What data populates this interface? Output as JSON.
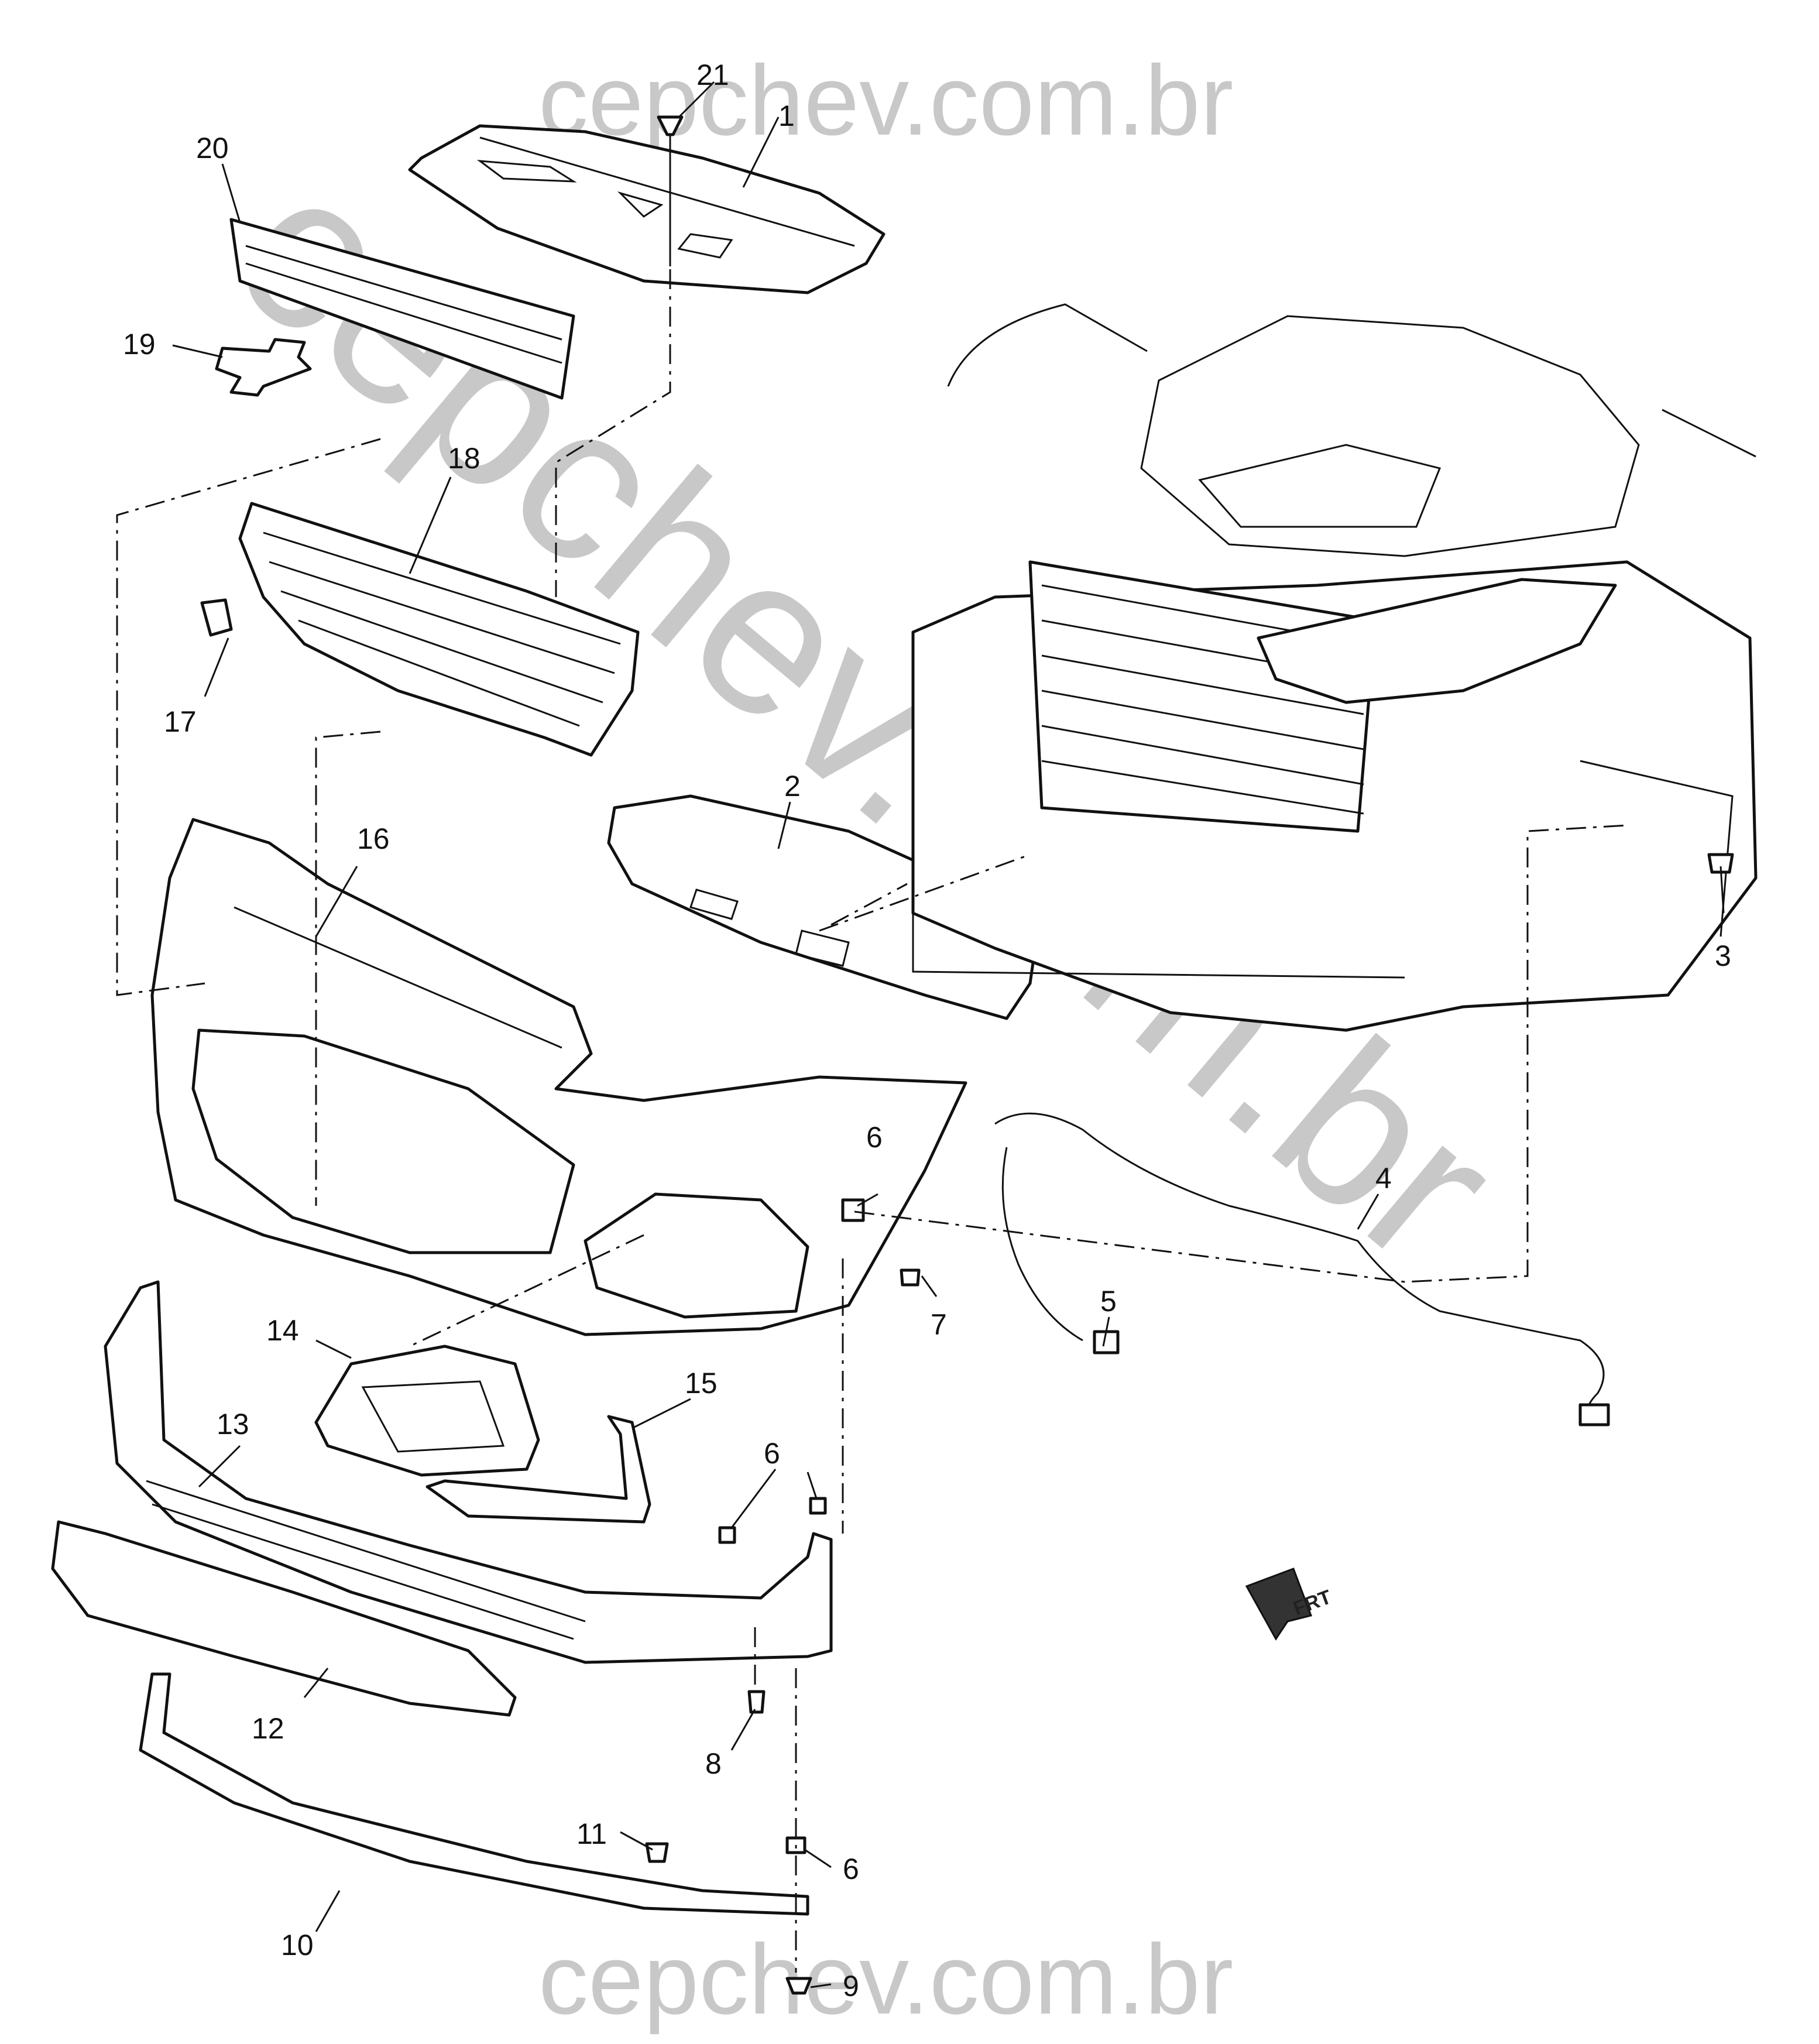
{
  "watermark": {
    "top": "cepchev.com.br",
    "bottom": "cepchev.com.br",
    "diagonal": "cepchev.com.br"
  },
  "callouts": [
    {
      "id": "c1",
      "label": "1"
    },
    {
      "id": "c2",
      "label": "2"
    },
    {
      "id": "c3",
      "label": "3"
    },
    {
      "id": "c4",
      "label": "4"
    },
    {
      "id": "c5",
      "label": "5"
    },
    {
      "id": "c6a",
      "label": "6"
    },
    {
      "id": "c6b",
      "label": "6"
    },
    {
      "id": "c6c",
      "label": "6"
    },
    {
      "id": "c7",
      "label": "7"
    },
    {
      "id": "c8",
      "label": "8"
    },
    {
      "id": "c9",
      "label": "9"
    },
    {
      "id": "c10",
      "label": "10"
    },
    {
      "id": "c11",
      "label": "11"
    },
    {
      "id": "c12",
      "label": "12"
    },
    {
      "id": "c13",
      "label": "13"
    },
    {
      "id": "c14",
      "label": "14"
    },
    {
      "id": "c15",
      "label": "15"
    },
    {
      "id": "c16",
      "label": "16"
    },
    {
      "id": "c17",
      "label": "17"
    },
    {
      "id": "c18",
      "label": "18"
    },
    {
      "id": "c19",
      "label": "19"
    },
    {
      "id": "c20",
      "label": "20"
    },
    {
      "id": "c21",
      "label": "21"
    }
  ],
  "direction_indicator": {
    "label": "FRT"
  }
}
